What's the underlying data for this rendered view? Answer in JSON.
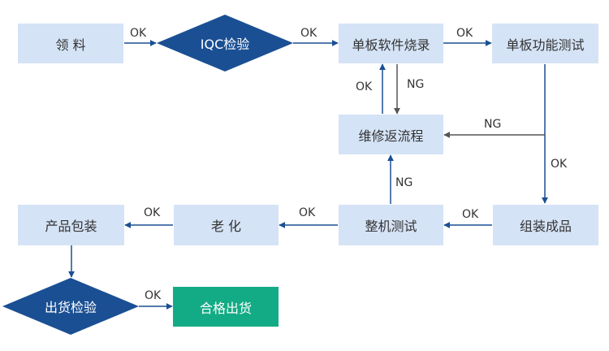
{
  "colors": {
    "box_fill": "#d5e3f6",
    "diamond_fill": "#1a4f93",
    "final_fill": "#13ab85",
    "edge_color": "#1a4f93",
    "ng_edge_color": "#555555"
  },
  "nodes": {
    "lingliao": "领 料",
    "iqc": "IQC检验",
    "shaolu": "单板软件烧录",
    "gongneng": "单板功能测试",
    "weixiu": "维修返流程",
    "zuzhuang": "组装成品",
    "zhengji": "整机测试",
    "laohua": "老 化",
    "baozhuang": "产品包装",
    "chuhuo_check": "出货检验",
    "hege": "合格出货"
  },
  "edges": {
    "lingliao_iqc": "OK",
    "iqc_shaolu": "OK",
    "shaolu_gongneng": "OK",
    "weixiu_shaolu": "OK",
    "shaolu_weixiu": "NG",
    "gongneng_weixiu": "NG",
    "gongneng_zuzhuang": "OK",
    "zuzhuang_zhengji": "OK",
    "zhengji_weixiu": "NG",
    "zhengji_laohua": "OK",
    "laohua_baozhuang": "OK",
    "check_hege": "OK"
  }
}
